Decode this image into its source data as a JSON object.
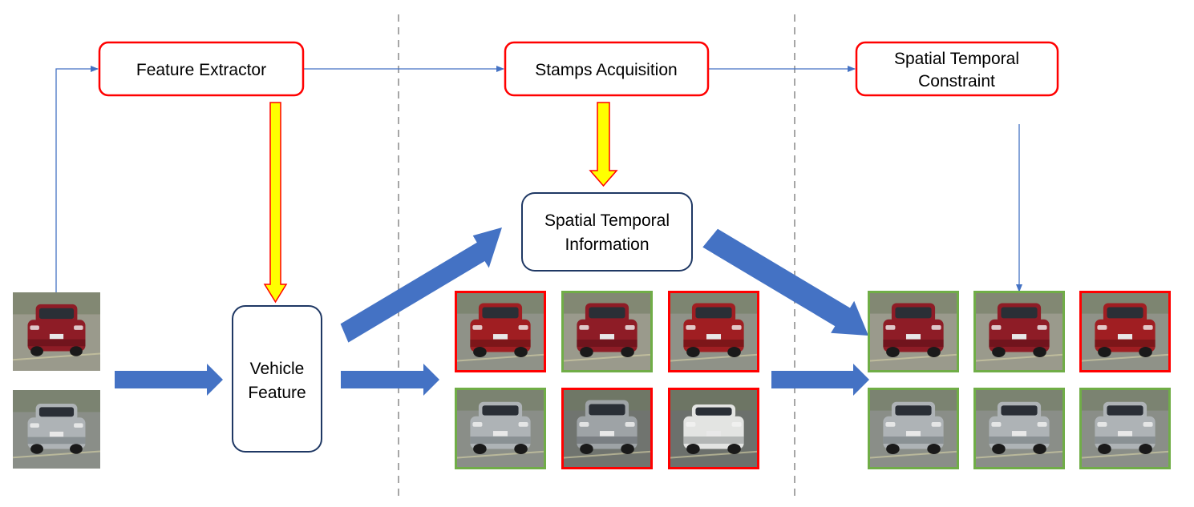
{
  "colors": {
    "module_border": "#ff0000",
    "info_border": "#1f3864",
    "flow_arrow": "#4472c4",
    "yellow_arrow_fill": "#ffff00",
    "yellow_arrow_stroke": "#ff0000",
    "thin_arrow": "#4472c4",
    "divider": "#a6a6a6",
    "match_true": "#70ad47",
    "match_false": "#ff0000"
  },
  "modules": {
    "feature_extractor": "Feature Extractor",
    "stamps_acquisition": "Stamps Acquisition",
    "spatial_temporal_constraint": [
      "Spatial Temporal",
      "Constraint"
    ]
  },
  "nodes": {
    "vehicle_feature": [
      "Vehicle",
      "Feature"
    ],
    "spatial_temporal_information": [
      "Spatial Temporal",
      "Information"
    ]
  },
  "query_images": [
    {
      "vehicle": "red-minivan-thumbnail"
    },
    {
      "vehicle": "silver-hatchback-thumbnail"
    }
  ],
  "stage2_results": [
    {
      "vehicle": "red-suv-thumbnail",
      "match": false
    },
    {
      "vehicle": "red-minivan-thumbnail",
      "match": true
    },
    {
      "vehicle": "red-suv-thumbnail",
      "match": false
    },
    {
      "vehicle": "silver-hatchback-thumbnail",
      "match": true
    },
    {
      "vehicle": "silver-suv-thumbnail",
      "match": false
    },
    {
      "vehicle": "white-sedan-thumbnail",
      "match": false
    }
  ],
  "stage3_results": [
    {
      "vehicle": "red-minivan-thumbnail",
      "match": true
    },
    {
      "vehicle": "red-minivan-thumbnail",
      "match": true
    },
    {
      "vehicle": "red-suv-thumbnail",
      "match": false
    },
    {
      "vehicle": "silver-hatchback-thumbnail",
      "match": true
    },
    {
      "vehicle": "silver-hatchback-thumbnail",
      "match": true
    },
    {
      "vehicle": "silver-hatchback-thumbnail",
      "match": true
    }
  ]
}
